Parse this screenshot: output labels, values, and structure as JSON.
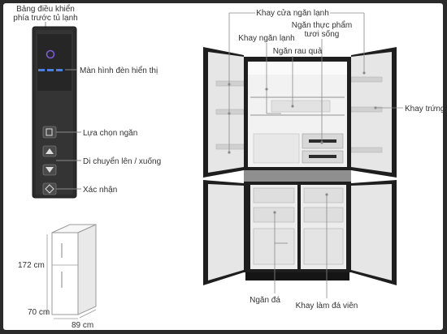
{
  "labels": {
    "control_panel_line1": "Bảng điều khiển",
    "control_panel_line2": "phía trước tủ lạnh",
    "display_light": "Màn hình đèn hiển thị",
    "select_compartment": "Lựa chọn ngăn",
    "move_up_down": "Di chuyển lên / xuống",
    "confirm": "Xác nhận",
    "door_tray": "Khay cửa ngăn lạnh",
    "fresh_food_line1": "Ngăn thực phẩm",
    "fresh_food_line2": "tươi sống",
    "fridge_tray": "Khay ngăn lạnh",
    "vegetable_drawer": "Ngăn rau quả",
    "egg_tray": "Khay trứng",
    "ice_compartment": "Ngăn đá",
    "ice_tray": "Khay làm đá viên"
  },
  "dimensions": {
    "height": "172 cm",
    "depth": "70 cm",
    "width": "89 cm"
  },
  "colors": {
    "panel_dark": "#2c2c2c",
    "panel_accent": "#4b7fe0",
    "body_dark": "#1e1e1e",
    "leader_line": "#8a8a8a",
    "label_text": "#333333"
  },
  "icons": [
    "power-ring-icon",
    "compartment-select-icon",
    "arrow-up-icon",
    "arrow-down-icon",
    "confirm-diamond-icon"
  ]
}
